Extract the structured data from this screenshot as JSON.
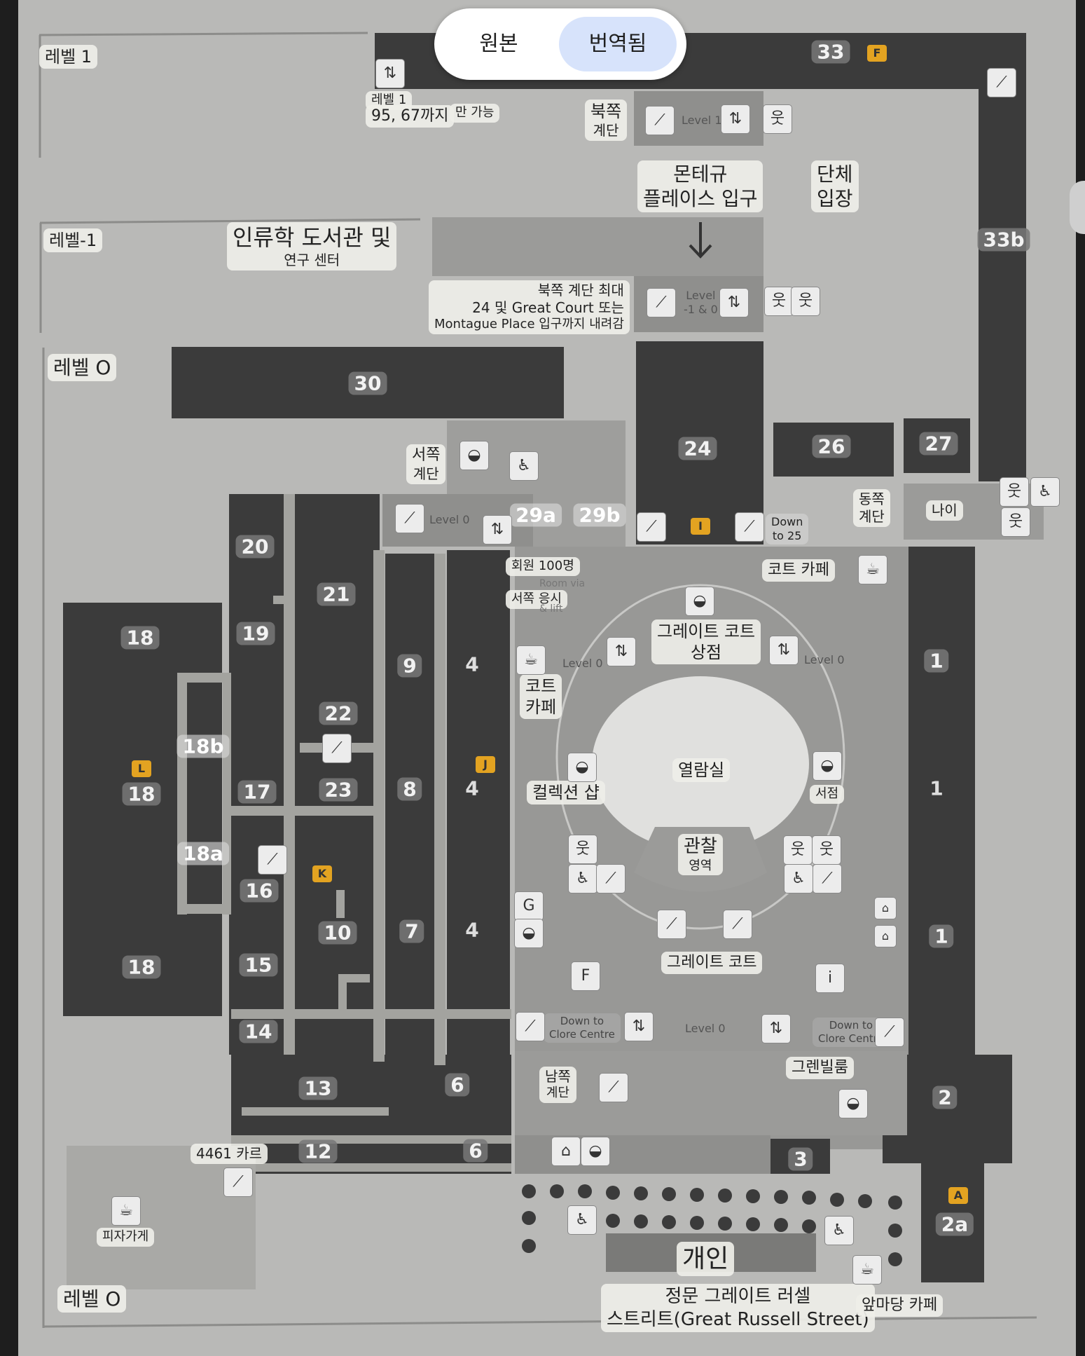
{
  "toggle": {
    "original": "원본",
    "translated": "번역됨",
    "selected": "translated"
  },
  "levels": {
    "level1": "레벨 1",
    "level_minus1": "레벨-1",
    "level0_top": "레벨 O",
    "level0_bottom": "레벨 O"
  },
  "labels": {
    "lift_note_line1": "레벨 1",
    "lift_note_line2": "95, 67까지",
    "lift_note_only": "만 가능",
    "north_stairs": [
      "북쪽",
      "계단"
    ],
    "montague_entrance": [
      "몬테규",
      "플레이스 입구"
    ],
    "group_entrance": [
      "단체",
      "입장"
    ],
    "anthro_library": [
      "인류학 도서관 및",
      "연구 센터"
    ],
    "north_stairs_note": [
      "북쪽 계단 최대",
      "24 및 Great Court 또는",
      "Montague Place 입구까지 내려감"
    ],
    "west_stairs": [
      "서쪽",
      "계단"
    ],
    "east_stairs": [
      "동쪽",
      "계단"
    ],
    "nai": "나이",
    "court_cafe_top": "코트 카페",
    "member_room": "회원 100명",
    "west_exam": "서쪽 응시",
    "great_court_shop": [
      "그레이트 코트",
      "상점"
    ],
    "court_cafe_left": [
      "코트",
      "카페"
    ],
    "reading_room": "열람실",
    "collection_shop": "컬렉션 샵",
    "bookshop": "서점",
    "viewing_area": [
      "관찰",
      "영역"
    ],
    "great_court": "그레이트 코트",
    "grenville_room": "그렌빌룸",
    "south_stairs": [
      "남쪽",
      "계단"
    ],
    "card_4461": "4461 카르",
    "pizza_shop": "피자가게",
    "private": "개인",
    "main_entrance": [
      "정문 그레이트 러셀",
      "스트리트(Great Russell Street)"
    ],
    "forecourt_cafe": "앞마당 카페",
    "down_to_25": [
      "Down",
      "to 25"
    ],
    "down_to_clore_left": [
      "Down to",
      "Clore Centre"
    ],
    "down_to_clore_right": [
      "Down to",
      "Clore Centre"
    ],
    "room_via_lift": [
      "Room via",
      "& lift"
    ]
  },
  "floor_text": {
    "level1": "Level 1",
    "level_m1_0": [
      "Level",
      "-1 & 0"
    ],
    "level0_west": "Level 0",
    "level0_gc_left": "Level 0",
    "level0_gc_right": "Level 0",
    "level0_south": "Level 0"
  },
  "rooms": [
    "33",
    "33b",
    "30",
    "24",
    "26",
    "27",
    "29a",
    "29b",
    "20",
    "21",
    "19",
    "18",
    "18b",
    "18",
    "18a",
    "18",
    "22",
    "17",
    "23",
    "16",
    "10",
    "15",
    "14",
    "13",
    "12",
    "9",
    "8",
    "7",
    "4",
    "4",
    "4",
    "6",
    "6",
    "1",
    "1",
    "1",
    "2",
    "2a",
    "3"
  ],
  "badges": [
    "F",
    "I",
    "J",
    "L",
    "K",
    "A"
  ],
  "icons": [
    "lift-icon",
    "stairs-icon",
    "toilet-icon",
    "accessible-icon",
    "baby-change-icon",
    "shop-icon",
    "cafe-icon",
    "info-icon",
    "cloakroom-icon",
    "first-aid-icon",
    "guide-icon",
    "atm-icon"
  ],
  "icon_glyphs": {
    "lift": "⇅",
    "stairs": "⟋",
    "toilet": "웃",
    "accessible": "♿",
    "shop": "◒",
    "cafe": "☕",
    "info": "i",
    "first_aid": "F",
    "guide": "G",
    "cloak": "⌂"
  },
  "colors": {
    "paper": "#b8b8b6",
    "room_dark": "#3a3a3a",
    "corridor": "#a3a3a0",
    "court": "#979795",
    "badge": "#e3a321"
  }
}
